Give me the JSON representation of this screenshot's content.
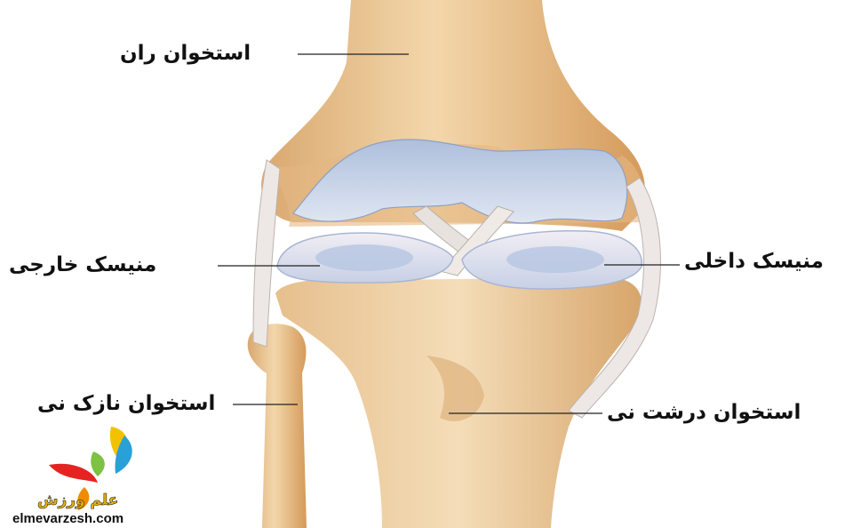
{
  "labels": {
    "femur": "استخوان ران",
    "lateral_meniscus": "منیسک خارجی",
    "medial_meniscus": "منیسک داخلی",
    "fibula": "استخوان نازک نی",
    "tibia": "استخوان درشت نی"
  },
  "logo": {
    "name": "علم ورزش",
    "url": "elmevarzesh.com"
  },
  "colors": {
    "bone": "#e9c99a",
    "cartilage": "#bccbe4",
    "ligament": "#ece6e6",
    "label_line": "#222222"
  }
}
